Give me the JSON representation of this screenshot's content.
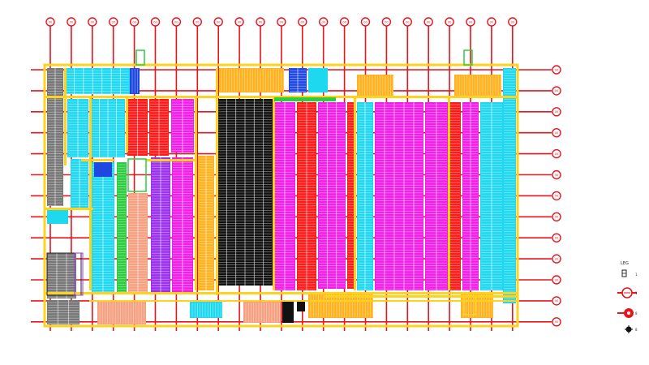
{
  "drawing": {
    "grid_color": "#e8141c",
    "wall_color": "#ffd21e",
    "rack_colors": {
      "cyan": "#1ed8f0",
      "magenta": "#f01ee6",
      "red": "#ff1a1a",
      "black": "#111111",
      "orange": "#ffb21e",
      "salmon": "#f5a080",
      "green": "#2ecc40",
      "blue": "#1e48e0",
      "violet": "#9b30f0",
      "grey": "#777777"
    },
    "column_count": 23,
    "row_count": 13,
    "column_bubble_label": "00",
    "row_bubble_label": "00"
  },
  "legend": {
    "title": "LEG",
    "items": [
      {
        "icon": "column-symbol-icon",
        "label": "1"
      },
      {
        "icon": "grid-bubble-icon",
        "label": "1"
      },
      {
        "icon": "sprinkler-icon",
        "label": "8"
      },
      {
        "icon": "hydrant-icon",
        "label": "8"
      }
    ]
  }
}
